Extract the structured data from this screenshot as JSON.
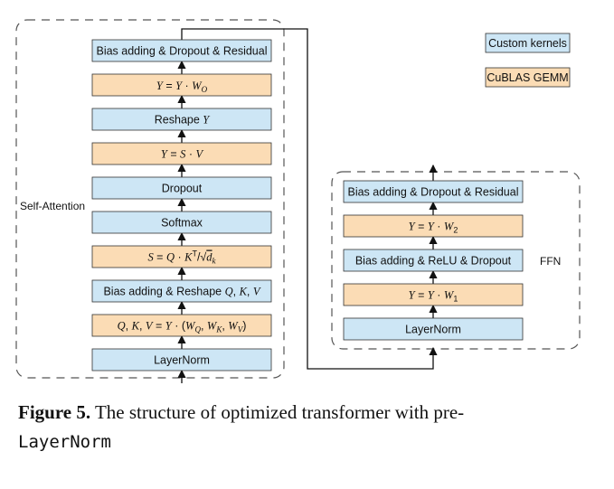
{
  "legend": {
    "custom": {
      "label": "Custom kernels",
      "color": "#cde6f5"
    },
    "cublas": {
      "label": "CuBLAS GEMM",
      "color": "#fbdcb5"
    }
  },
  "self_attention": {
    "title": "Self-Attention",
    "boxes": [
      {
        "id": "sa-bias-residual",
        "kind": "custom",
        "label": "Bias adding & Dropout & Residual"
      },
      {
        "id": "sa-y-wo",
        "kind": "cublas",
        "label": "Y = Y · W_O"
      },
      {
        "id": "sa-reshape-y",
        "kind": "custom",
        "label": "Reshape Y"
      },
      {
        "id": "sa-y-sv",
        "kind": "cublas",
        "label": "Y = S · V"
      },
      {
        "id": "sa-dropout",
        "kind": "custom",
        "label": "Dropout"
      },
      {
        "id": "sa-softmax",
        "kind": "custom",
        "label": "Softmax"
      },
      {
        "id": "sa-s-qk",
        "kind": "cublas",
        "label": "S = Q · K^T / √d_k"
      },
      {
        "id": "sa-bias-reshape",
        "kind": "custom",
        "label": "Bias adding & Reshape Q, K, V"
      },
      {
        "id": "sa-qkv",
        "kind": "cublas",
        "label": "Q, K, V = Y · (W_Q, W_K, W_V)"
      },
      {
        "id": "sa-layernorm",
        "kind": "custom",
        "label": "LayerNorm"
      }
    ]
  },
  "ffn": {
    "title": "FFN",
    "boxes": [
      {
        "id": "ffn-bias-residual",
        "kind": "custom",
        "label": "Bias adding & Dropout & Residual"
      },
      {
        "id": "ffn-y-w2",
        "kind": "cublas",
        "label": "Y = Y · W_2"
      },
      {
        "id": "ffn-bias-relu",
        "kind": "custom",
        "label": "Bias adding & ReLU & Dropout"
      },
      {
        "id": "ffn-y-w1",
        "kind": "cublas",
        "label": "Y = Y · W_1"
      },
      {
        "id": "ffn-layernorm",
        "kind": "custom",
        "label": "LayerNorm"
      }
    ]
  },
  "caption": {
    "label": "Figure 5.",
    "text": "The structure of optimized transformer with pre-",
    "mono": "LayerNorm"
  }
}
